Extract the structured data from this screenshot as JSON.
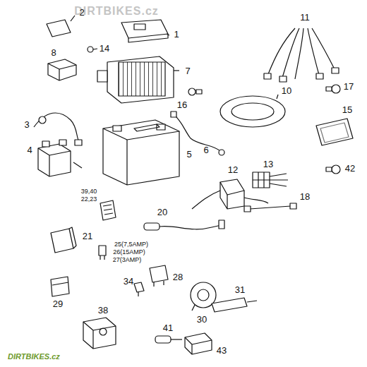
{
  "diagram": {
    "labels": [
      "DIRTBIKES.cz",
      "2",
      "1",
      "11",
      "14",
      "8",
      "7",
      "17",
      "10",
      "16",
      "15",
      "3",
      "6",
      "4",
      "5",
      "13",
      "42",
      "12",
      "18",
      "39,40",
      "22,23",
      "20",
      "21",
      "25(7,5AMP)",
      "26(15AMP)",
      "27(3AMP)",
      "28",
      "29",
      "34",
      "30",
      "31",
      "38",
      "41",
      "43",
      "DIRTBIKES.cz"
    ]
  }
}
